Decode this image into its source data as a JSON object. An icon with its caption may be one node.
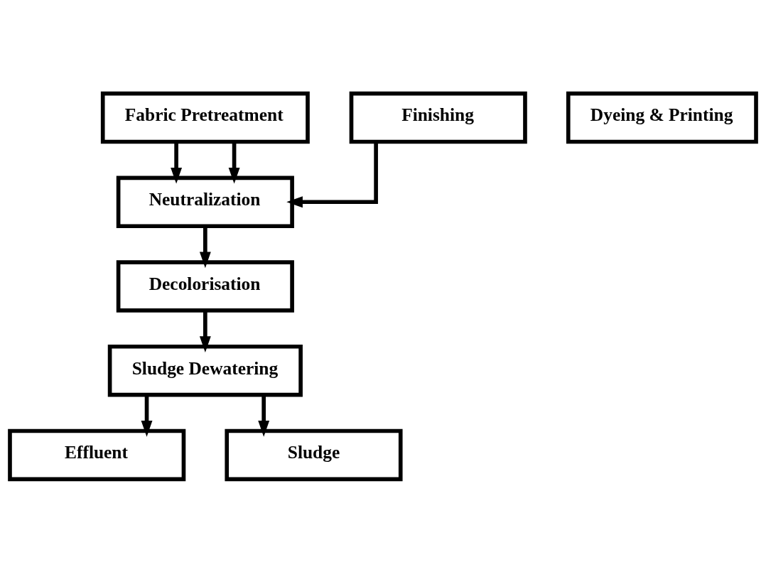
{
  "diagram": {
    "nodes": [
      {
        "text": [
          "Fabric Pretreatment"
        ]
      },
      {
        "text": [
          "Dyeing & Printing"
        ]
      },
      {
        "text": [
          "Finishing"
        ]
      },
      {
        "text": [
          "Neutralization"
        ]
      },
      {
        "text": [
          "Decolorisation"
        ]
      },
      {
        "text": [
          "Sludge Dewatering"
        ]
      },
      {
        "text": [
          "Effluent"
        ]
      },
      {
        "text": [
          "Sludge"
        ]
      }
    ],
    "edges": [
      {
        "from": 0,
        "to": 3,
        "arrow": "to"
      },
      {
        "from": 0,
        "to": 3,
        "arrow": "to"
      },
      {
        "from": 2,
        "to": 3,
        "arrow": "to"
      },
      {
        "from": 3,
        "to": 4,
        "arrow": "to"
      },
      {
        "from": 4,
        "to": 5,
        "arrow": "to"
      },
      {
        "from": 5,
        "to": 6,
        "arrow": "to"
      },
      {
        "from": 5,
        "to": 7,
        "arrow": "to"
      }
    ]
  }
}
